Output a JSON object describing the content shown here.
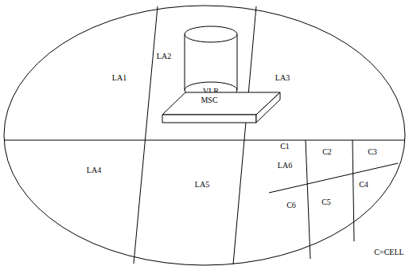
{
  "diagram": {
    "nodes": [
      {
        "text": [
          "VLR"
        ]
      },
      {
        "text": [
          "MSC"
        ]
      }
    ],
    "labels": [
      "LA1",
      "LA2",
      "LA3",
      "LA4",
      "LA5",
      "C1",
      "C2",
      "C3",
      "LA6",
      "C4",
      "C5",
      "C6",
      "C=CELL"
    ]
  }
}
